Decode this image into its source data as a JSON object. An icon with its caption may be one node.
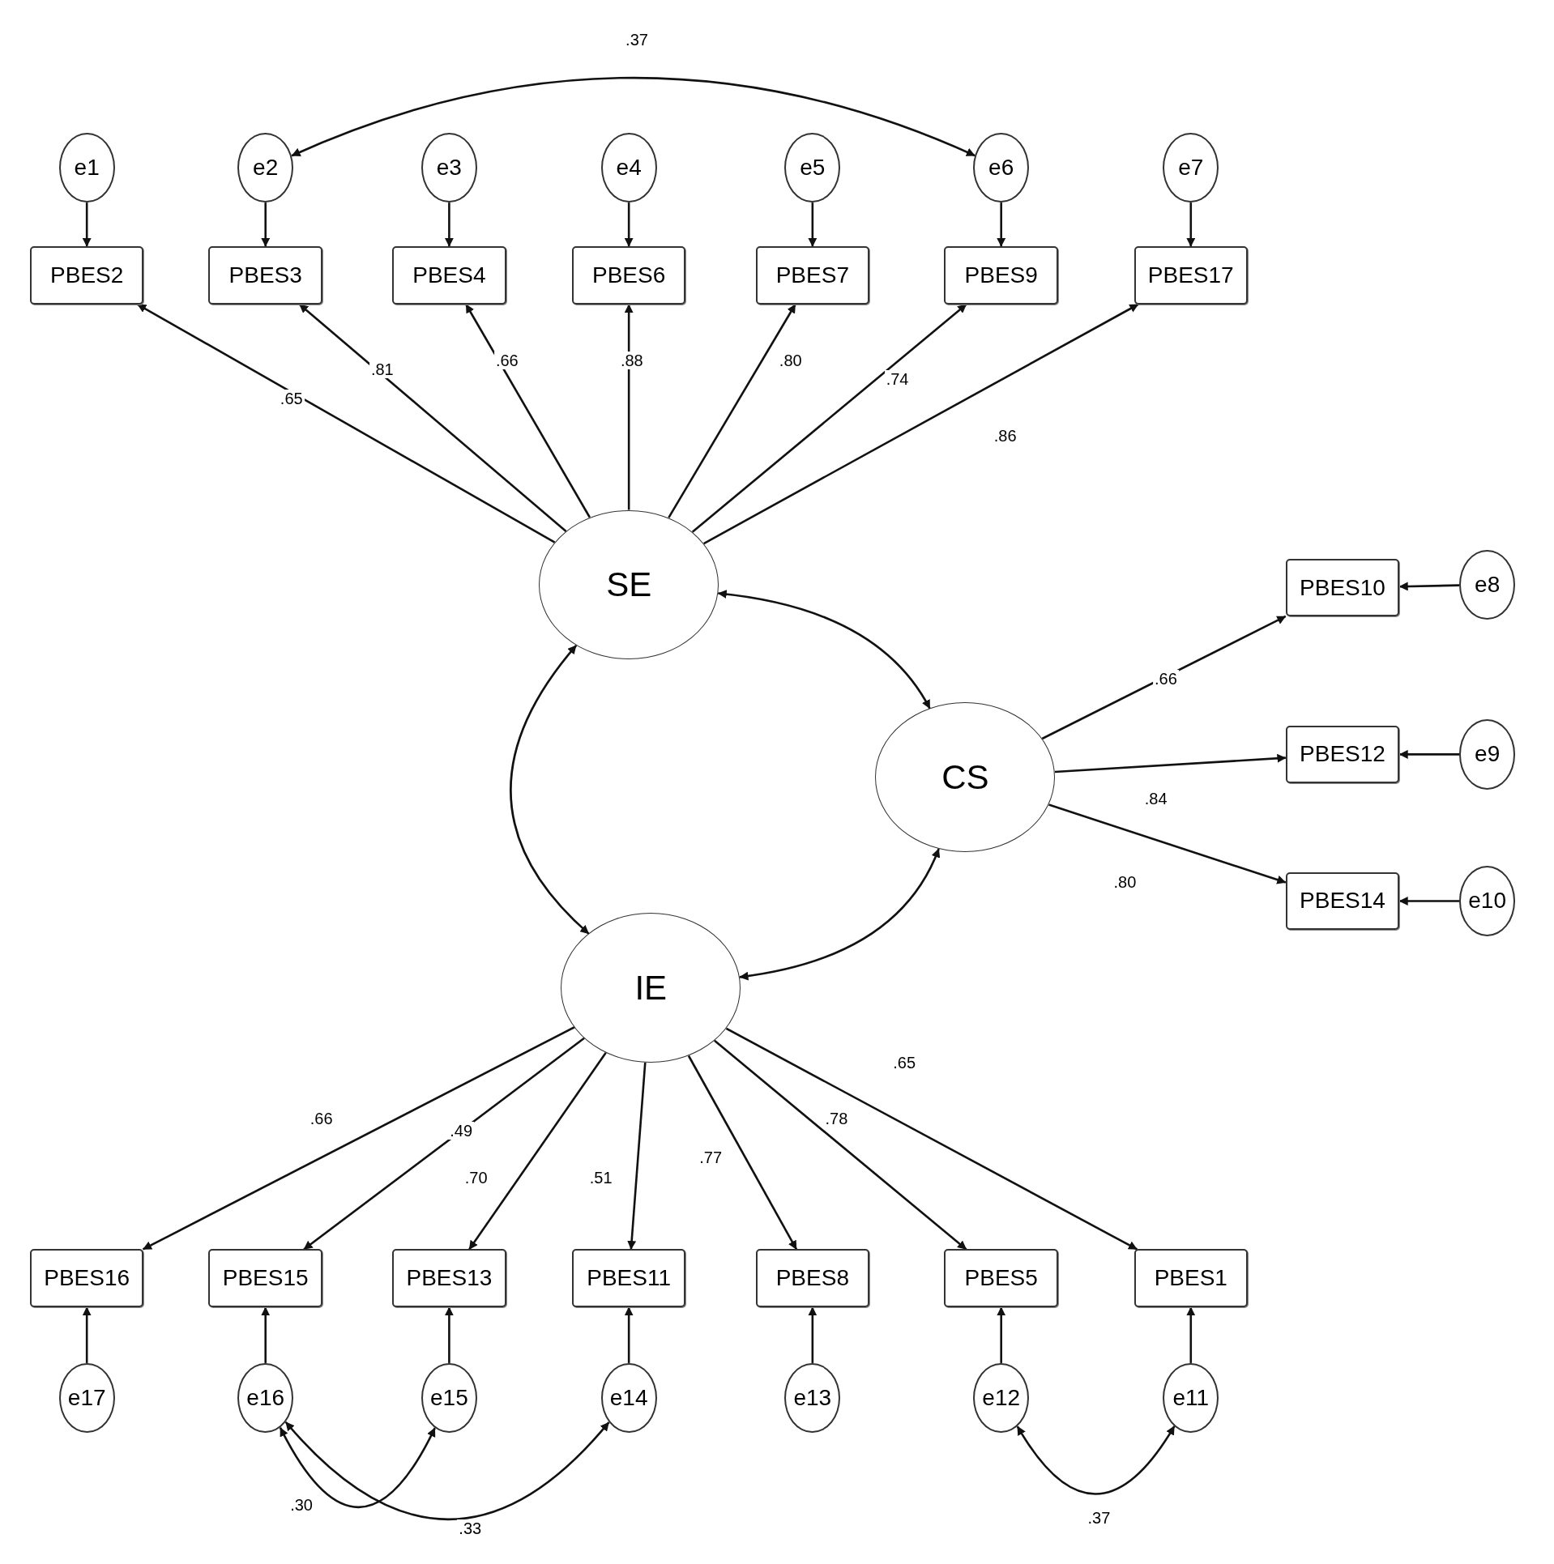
{
  "diagram": {
    "nodes": [
      {
        "text": [
          "e1"
        ]
      },
      {
        "text": [
          "e2"
        ]
      },
      {
        "text": [
          "e3"
        ]
      },
      {
        "text": [
          "e4"
        ]
      },
      {
        "text": [
          "e5"
        ]
      },
      {
        "text": [
          "e6"
        ]
      },
      {
        "text": [
          "e7"
        ]
      },
      {
        "text": [
          "PBES2"
        ]
      },
      {
        "text": [
          "PBES3"
        ]
      },
      {
        "text": [
          "PBES4"
        ]
      },
      {
        "text": [
          "PBES6"
        ]
      },
      {
        "text": [
          "PBES7"
        ]
      },
      {
        "text": [
          "PBES9"
        ]
      },
      {
        "text": [
          "PBES17"
        ]
      },
      {
        "text": [
          "SE"
        ]
      },
      {
        "text": [
          "PBES10"
        ]
      },
      {
        "text": [
          "e8"
        ]
      },
      {
        "text": [
          "CS"
        ]
      },
      {
        "text": [
          "PBES12"
        ]
      },
      {
        "text": [
          "e9"
        ]
      },
      {
        "text": [
          "PBES14"
        ]
      },
      {
        "text": [
          "e10"
        ]
      },
      {
        "text": [
          "IE"
        ]
      },
      {
        "text": [
          "PBES16"
        ]
      },
      {
        "text": [
          "PBES15"
        ]
      },
      {
        "text": [
          "PBES13"
        ]
      },
      {
        "text": [
          "PBES11"
        ]
      },
      {
        "text": [
          "PBES8"
        ]
      },
      {
        "text": [
          "PBES5"
        ]
      },
      {
        "text": [
          "PBES1"
        ]
      },
      {
        "text": [
          "e17"
        ]
      },
      {
        "text": [
          "e16"
        ]
      },
      {
        "text": [
          "e15"
        ]
      },
      {
        "text": [
          "e14"
        ]
      },
      {
        "text": [
          "e13"
        ]
      },
      {
        "text": [
          "e12"
        ]
      },
      {
        "text": [
          "e11"
        ]
      }
    ],
    "edges": [
      {
        "from": 0,
        "to": 7,
        "arrow": "to"
      },
      {
        "from": 1,
        "to": 8,
        "arrow": "to"
      },
      {
        "from": 2,
        "to": 9,
        "arrow": "to"
      },
      {
        "from": 3,
        "to": 10,
        "arrow": "to"
      },
      {
        "from": 4,
        "to": 11,
        "arrow": "to"
      },
      {
        "from": 5,
        "to": 12,
        "arrow": "to"
      },
      {
        "from": 6,
        "to": 13,
        "arrow": "to"
      },
      {
        "from": 14,
        "to": 7,
        "arrow": "to",
        "label": ".65"
      },
      {
        "from": 14,
        "to": 8,
        "arrow": "to",
        "label": ".81"
      },
      {
        "from": 14,
        "to": 9,
        "arrow": "to",
        "label": ".66"
      },
      {
        "from": 14,
        "to": 10,
        "arrow": "to",
        "label": ".88"
      },
      {
        "from": 14,
        "to": 11,
        "arrow": "to",
        "label": ".80"
      },
      {
        "from": 14,
        "to": 12,
        "arrow": "to",
        "label": ".74"
      },
      {
        "from": 14,
        "to": 13,
        "arrow": "to",
        "label": ".86"
      },
      {
        "from": 1,
        "to": 5,
        "arrow": "both",
        "label": ".37"
      },
      {
        "from": 14,
        "to": 17,
        "arrow": "both"
      },
      {
        "from": 14,
        "to": 22,
        "arrow": "both"
      },
      {
        "from": 17,
        "to": 22,
        "arrow": "both"
      },
      {
        "from": 17,
        "to": 15,
        "arrow": "to",
        "label": ".66"
      },
      {
        "from": 16,
        "to": 15,
        "arrow": "to"
      },
      {
        "from": 17,
        "to": 18,
        "arrow": "to",
        "label": ".84"
      },
      {
        "from": 19,
        "to": 18,
        "arrow": "to"
      },
      {
        "from": 17,
        "to": 20,
        "arrow": "to",
        "label": ".80"
      },
      {
        "from": 21,
        "to": 20,
        "arrow": "to"
      },
      {
        "from": 22,
        "to": 23,
        "arrow": "to",
        "label": ".66"
      },
      {
        "from": 22,
        "to": 24,
        "arrow": "to",
        "label": ".49"
      },
      {
        "from": 22,
        "to": 25,
        "arrow": "to",
        "label": ".70"
      },
      {
        "from": 22,
        "to": 26,
        "arrow": "to",
        "label": ".51"
      },
      {
        "from": 22,
        "to": 27,
        "arrow": "to",
        "label": ".77"
      },
      {
        "from": 22,
        "to": 28,
        "arrow": "to",
        "label": ".78"
      },
      {
        "from": 22,
        "to": 29,
        "arrow": "to",
        "label": ".65"
      },
      {
        "from": 30,
        "to": 23,
        "arrow": "to"
      },
      {
        "from": 31,
        "to": 24,
        "arrow": "to"
      },
      {
        "from": 32,
        "to": 25,
        "arrow": "to"
      },
      {
        "from": 33,
        "to": 26,
        "arrow": "to"
      },
      {
        "from": 34,
        "to": 27,
        "arrow": "to"
      },
      {
        "from": 35,
        "to": 28,
        "arrow": "to"
      },
      {
        "from": 36,
        "to": 29,
        "arrow": "to"
      },
      {
        "from": 31,
        "to": 32,
        "arrow": "both",
        "label": ".30"
      },
      {
        "from": 31,
        "to": 33,
        "arrow": "both",
        "label": ".33"
      },
      {
        "from": 35,
        "to": 36,
        "arrow": "both",
        "label": ".37"
      }
    ]
  }
}
